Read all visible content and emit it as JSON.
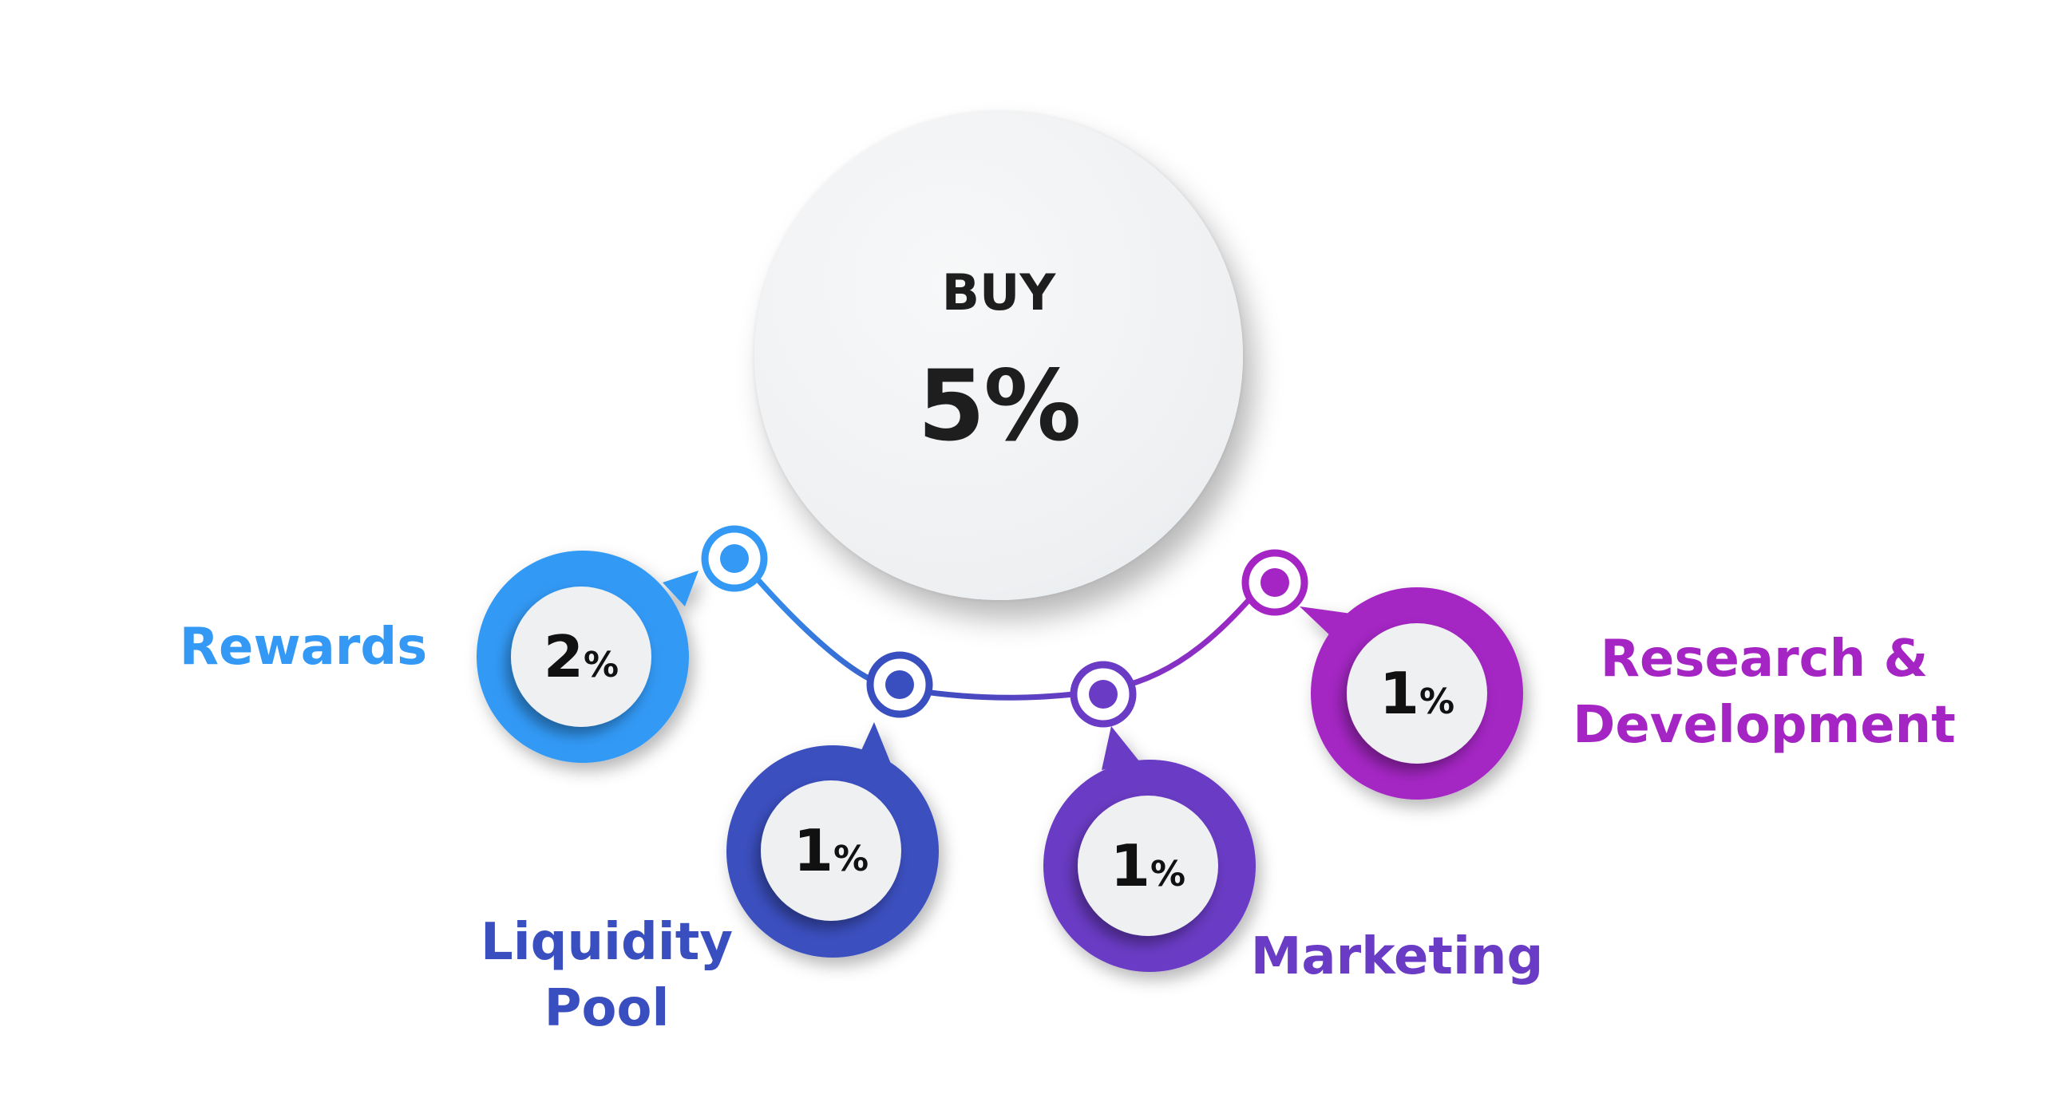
{
  "center": {
    "title": "BUY",
    "value": "5%"
  },
  "chart_data": {
    "type": "pie",
    "title": "BUY 5%",
    "categories": [
      "Rewards",
      "Liquidity Pool",
      "Marketing",
      "Research & Development"
    ],
    "values": [
      2,
      1,
      1,
      1
    ],
    "unit": "%"
  },
  "items": [
    {
      "name": "rewards",
      "label_lines": [
        "Rewards"
      ],
      "value": "2",
      "unit": "%",
      "color": "#3399f5"
    },
    {
      "name": "liquidity-pool",
      "label_lines": [
        "Liquidity",
        "Pool"
      ],
      "value": "1",
      "unit": "%",
      "color": "#3a4fbf"
    },
    {
      "name": "marketing",
      "label_lines": [
        "Marketing"
      ],
      "value": "1",
      "unit": "%",
      "color": "#6a3bc4"
    },
    {
      "name": "research-development",
      "label_lines": [
        "Research &",
        "Development"
      ],
      "value": "1",
      "unit": "%",
      "color": "#a425c3"
    }
  ]
}
